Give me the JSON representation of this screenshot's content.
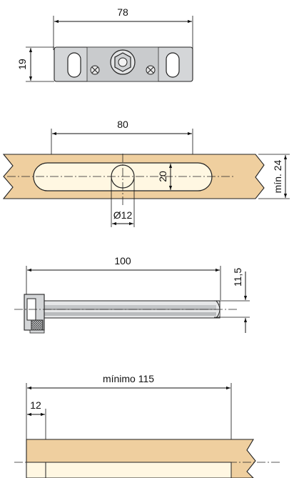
{
  "drawing": {
    "bracket_top": {
      "width_label": "78",
      "height_label": "19"
    },
    "slot": {
      "length_label": "80",
      "width_label": "20",
      "hole_label": "Ø12",
      "thickness_label": "mín. 24"
    },
    "rod": {
      "length_label": "100",
      "offset_label": "11,5"
    },
    "installed": {
      "min_length_label": "mínimo 115",
      "inset_label": "12"
    }
  },
  "colors": {
    "wood": "#efcf9f",
    "slot": "#fff7e2",
    "metal": "#d4d6d8",
    "rod_light": "#e6e7e8",
    "rod_dark": "#b9bbbd",
    "ink": "#111111"
  }
}
